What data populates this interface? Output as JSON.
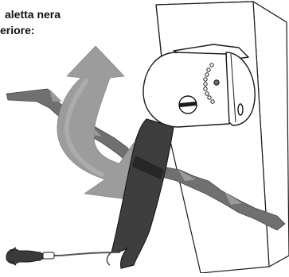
{
  "caption": {
    "line1": "aletta nera",
    "line2": "eriore:"
  },
  "illustration": {
    "subject": "fold-flat-mirror-with-hinge-and-dark-strap",
    "icons": [
      "rotate-arrow-icon",
      "screw-icon",
      "hole-icon",
      "buckle-icon"
    ],
    "colors": {
      "outline": "#1a1a1a",
      "strap": "#3a3a3a",
      "arrow": "#9a9a9a",
      "cord": "#555555",
      "paper": "#ffffff"
    }
  }
}
